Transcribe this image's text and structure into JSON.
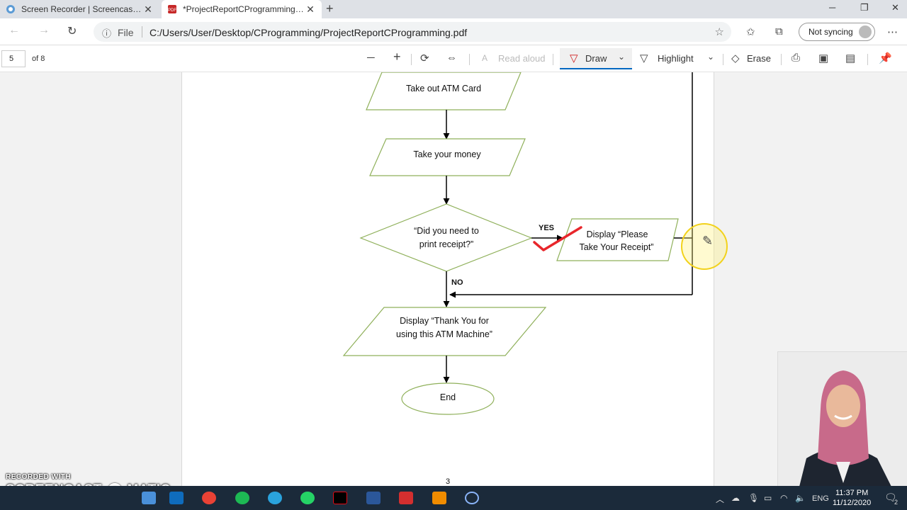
{
  "browser": {
    "tabs": [
      {
        "title": "Screen Recorder | Screencast-O-Matic",
        "active": false
      },
      {
        "title": "*ProjectReportCProgramming.pdf",
        "active": true
      }
    ],
    "address": {
      "scheme_label": "File",
      "url": "C:/Users/User/Desktop/CProgramming/ProjectReportCProgramming.pdf"
    },
    "profile": {
      "label": "Not syncing"
    }
  },
  "pdf_toolbar": {
    "page_current": "5",
    "page_total": "of 8",
    "read_aloud": "Read aloud",
    "draw": "Draw",
    "highlight": "Highlight",
    "erase": "Erase"
  },
  "flowchart": {
    "nodes": {
      "take_card": "Take out ATM Card",
      "take_money": "Take your money",
      "decision_line1": "“Did you need to",
      "decision_line2": "print receipt?”",
      "receipt_line1": "Display “Please",
      "receipt_line2": "Take Your Receipt”",
      "thanks_line1": "Display “Thank You for",
      "thanks_line2": "using this ATM Machine”",
      "end": "End"
    },
    "yes_label": "YES",
    "no_label": "NO",
    "page_number": "3",
    "annotation_color": "#e8262b",
    "shape_stroke": "#8fb05a"
  },
  "watermark": {
    "line1": "RECORDED WITH",
    "line2": "SCREENCAST",
    "line3": "MATIC"
  },
  "taskbar": {
    "lang": "ENG",
    "time": "11:37 PM",
    "date": "11/12/2020",
    "notification_count": "2"
  }
}
